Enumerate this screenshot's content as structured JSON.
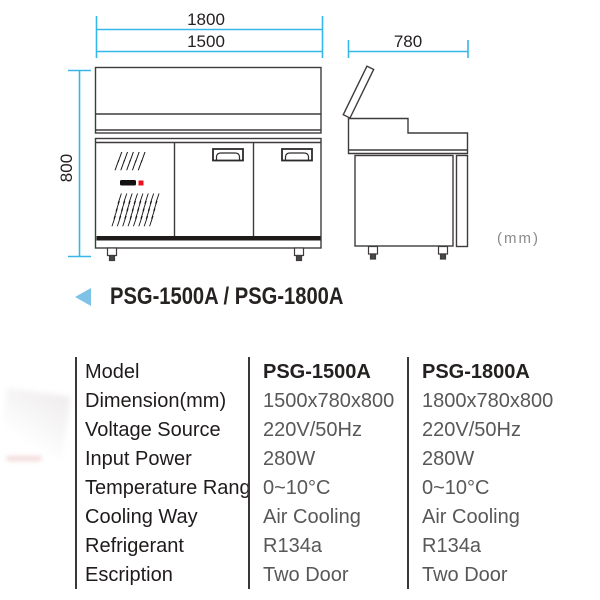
{
  "colors": {
    "dimension_cyan": "#35b7e8",
    "title_triangle_blue": "#7fc2e8",
    "drawing_line": "#3f3b3b",
    "table_rule": "#3b3737",
    "label_black": "#1f1b1b",
    "value_gray": "#595757",
    "indicator_red": "#e8121c",
    "unit_gray": "#8a8a8a"
  },
  "diagram": {
    "dim_width_outer": "1800",
    "dim_width_inner": "1500",
    "dim_depth": "780",
    "dim_height": "800",
    "unit": "(mm)",
    "vent_small": "/////",
    "vent_large": "////////"
  },
  "title": "PSG-1500A / PSG-1800A",
  "table": {
    "rows": [
      {
        "label": "Model",
        "v1": "PSG-1500A",
        "v2": "PSG-1800A"
      },
      {
        "label": "Dimension(mm)",
        "v1": "1500x780x800",
        "v2": "1800x780x800"
      },
      {
        "label": "Voltage Source",
        "v1": "220V/50Hz",
        "v2": "220V/50Hz"
      },
      {
        "label": "Input Power",
        "v1": "280W",
        "v2": "280W"
      },
      {
        "label": "Temperature Rang",
        "v1": "0~10°C",
        "v2": "0~10°C"
      },
      {
        "label": "Cooling Way",
        "v1": "Air Cooling",
        "v2": "Air Cooling"
      },
      {
        "label": "Refrigerant",
        "v1": "R134a",
        "v2": "R134a"
      },
      {
        "label": "Escription",
        "v1": "Two Door",
        "v2": "Two Door"
      }
    ]
  }
}
